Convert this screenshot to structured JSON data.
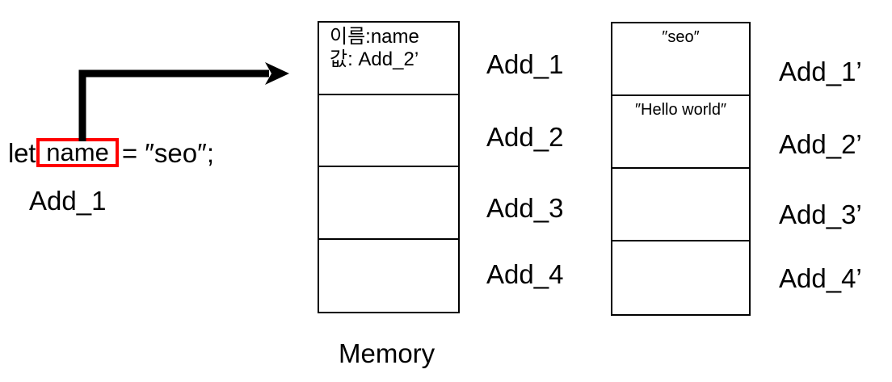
{
  "code": {
    "keyword": "let",
    "variable": "name",
    "tail": "= ″seo″;",
    "address_label": "Add_1",
    "highlight_color": "#ff0000"
  },
  "arrow": {
    "name": "pointer-arrow",
    "from": "variable-name-box",
    "to": "memory-cell-add-1"
  },
  "memory_primary": {
    "caption": "Memory",
    "cells": [
      {
        "line1": "이름:name",
        "line2": "값: Add_2’",
        "address": "Add_1"
      },
      {
        "line1": "",
        "line2": "",
        "address": "Add_2"
      },
      {
        "line1": "",
        "line2": "",
        "address": "Add_3"
      },
      {
        "line1": "",
        "line2": "",
        "address": "Add_4"
      }
    ]
  },
  "memory_secondary": {
    "cells": [
      {
        "value": "″seo″",
        "address": "Add_1’"
      },
      {
        "value": "″Hello world″",
        "address": "Add_2’"
      },
      {
        "value": "",
        "address": "Add_3’"
      },
      {
        "value": "",
        "address": "Add_4’"
      }
    ]
  }
}
